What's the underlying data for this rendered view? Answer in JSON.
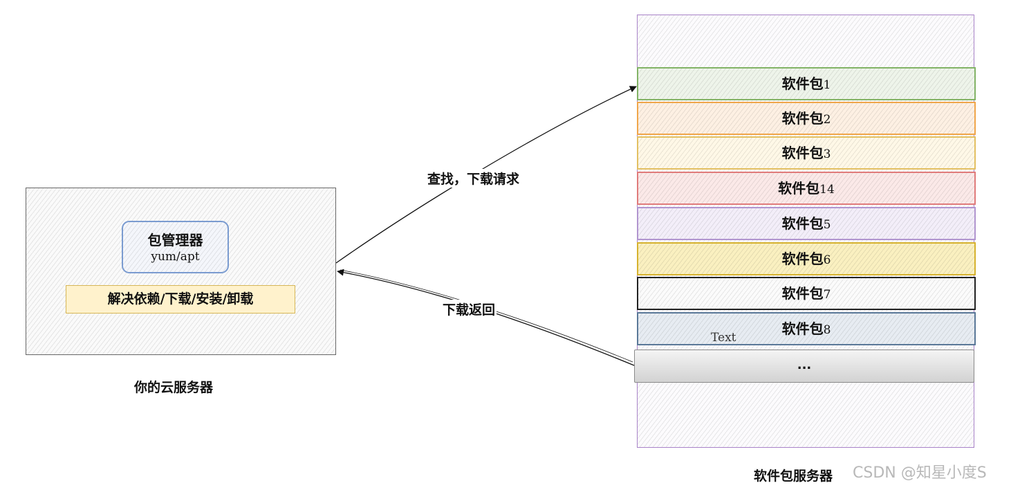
{
  "client": {
    "package_manager_title": "包管理器",
    "package_manager_subtitle": "yum/apt",
    "functions": "解决依赖/下载/安装/卸载",
    "caption": "你的云服务器"
  },
  "edges": {
    "request_label": "查找，下载请求",
    "return_label": "下载返回"
  },
  "server": {
    "caption": "软件包服务器",
    "packages": [
      {
        "prefix": "软件包",
        "num": "1",
        "border": "#82b366",
        "fill": "#eef4ea"
      },
      {
        "prefix": "软件包",
        "num": "2",
        "border": "#f0a64a",
        "fill": "#fdf0e3"
      },
      {
        "prefix": "软件包",
        "num": "3",
        "border": "#e3c062",
        "fill": "#fff8e7"
      },
      {
        "prefix": "软件包",
        "num": "14",
        "border": "#e07b7b",
        "fill": "#fbe9e8"
      },
      {
        "prefix": "软件包",
        "num": "5",
        "border": "#b195cf",
        "fill": "#f3eef9"
      },
      {
        "prefix": "软件包",
        "num": "6",
        "border": "#d6b22e",
        "fill": "#faf0c0"
      },
      {
        "prefix": "软件包",
        "num": "7",
        "border": "#222222",
        "fill": "#fbfbfb"
      },
      {
        "prefix": "软件包",
        "num": "8",
        "border": "#5a7898",
        "fill": "#e7ecf2"
      }
    ],
    "more_label": "...",
    "stray_text": "Text"
  },
  "watermark": "CSDN @知星小度S"
}
